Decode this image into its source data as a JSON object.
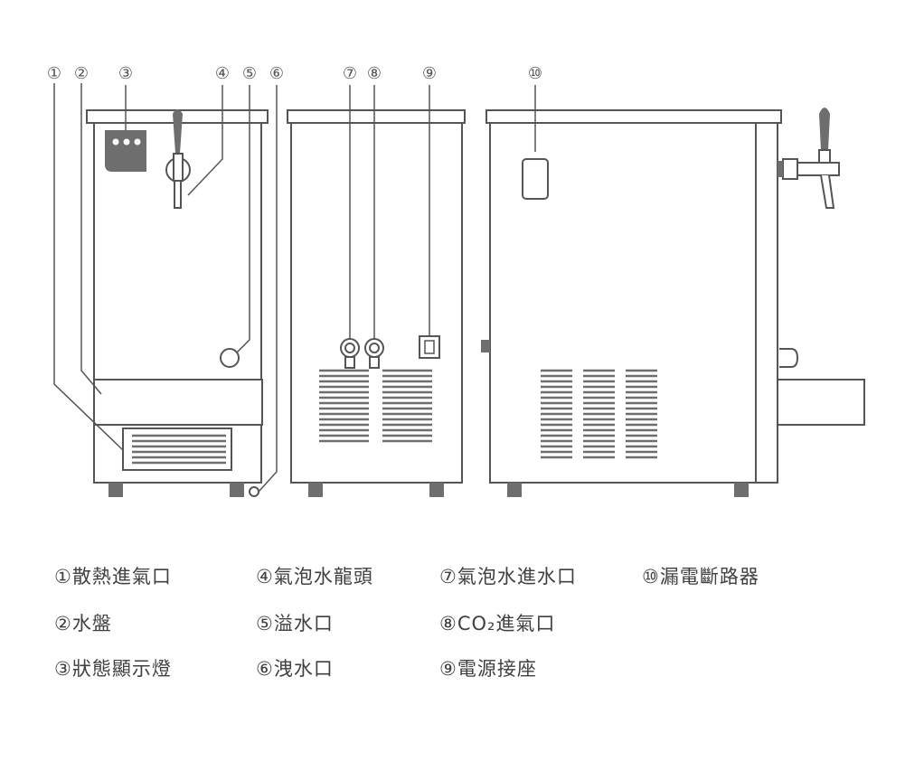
{
  "markers": [
    "①",
    "②",
    "③",
    "④",
    "⑤",
    "⑥",
    "⑦",
    "⑧",
    "⑨",
    "⑩"
  ],
  "legend": [
    "①散熱進氣口",
    "②水盤",
    "③狀態顯示燈",
    "④氣泡水龍頭",
    "⑤溢水口",
    "⑥洩水口",
    "⑦氣泡水進水口",
    "⑧CO₂進氣口",
    "⑨電源接座",
    "⑩漏電斷路器"
  ],
  "colors": {
    "line": "#555555",
    "light": "#8c8c8c",
    "fill": "#6e6e6e",
    "text": "#404040"
  }
}
